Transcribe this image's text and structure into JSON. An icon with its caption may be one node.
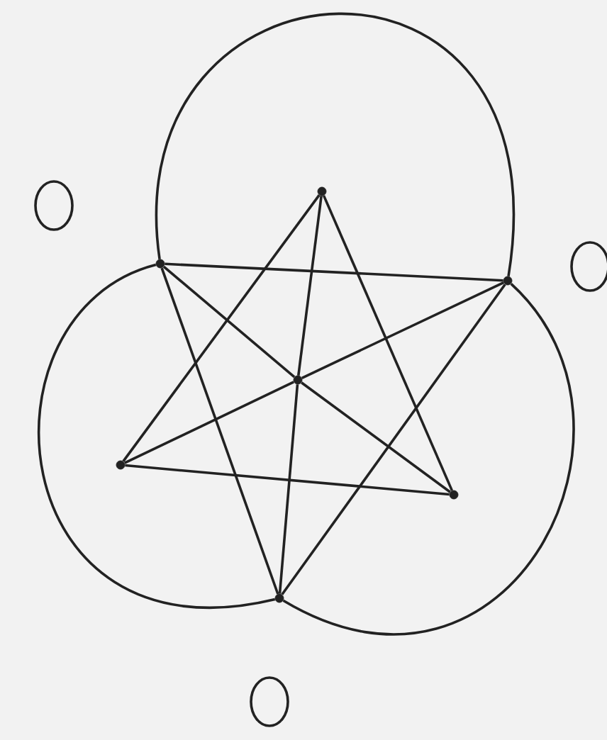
{
  "diagram": {
    "nodes": [
      {
        "text": [],
        "shape": "dot"
      },
      {
        "text": [],
        "shape": "circle"
      },
      {
        "text": [],
        "shape": "dot"
      },
      {
        "text": [],
        "shape": "circle"
      },
      {
        "text": [],
        "shape": "dot"
      },
      {
        "text": [],
        "shape": "dot"
      },
      {
        "text": [],
        "shape": "dot"
      },
      {
        "text": [],
        "shape": "dot"
      },
      {
        "text": [],
        "shape": "dot"
      },
      {
        "text": [],
        "shape": "circle"
      }
    ],
    "edges": [
      {
        "from": 0,
        "to": 6,
        "arrow": "none"
      },
      {
        "from": 6,
        "to": 7,
        "arrow": "none"
      },
      {
        "from": 7,
        "to": 0,
        "arrow": "none"
      },
      {
        "from": 2,
        "to": 4,
        "arrow": "none"
      },
      {
        "from": 4,
        "to": 8,
        "arrow": "none"
      },
      {
        "from": 8,
        "to": 2,
        "arrow": "none"
      },
      {
        "from": 5,
        "to": 0,
        "arrow": "none"
      },
      {
        "from": 5,
        "to": 2,
        "arrow": "none"
      },
      {
        "from": 5,
        "to": 4,
        "arrow": "none"
      },
      {
        "from": 5,
        "to": 6,
        "arrow": "none"
      },
      {
        "from": 5,
        "to": 7,
        "arrow": "none"
      },
      {
        "from": 5,
        "to": 8,
        "arrow": "none"
      },
      {
        "from": 2,
        "to": 4,
        "arrow": "none"
      },
      {
        "from": 4,
        "to": 8,
        "arrow": "none"
      },
      {
        "from": 8,
        "to": 2,
        "arrow": "none"
      }
    ]
  }
}
